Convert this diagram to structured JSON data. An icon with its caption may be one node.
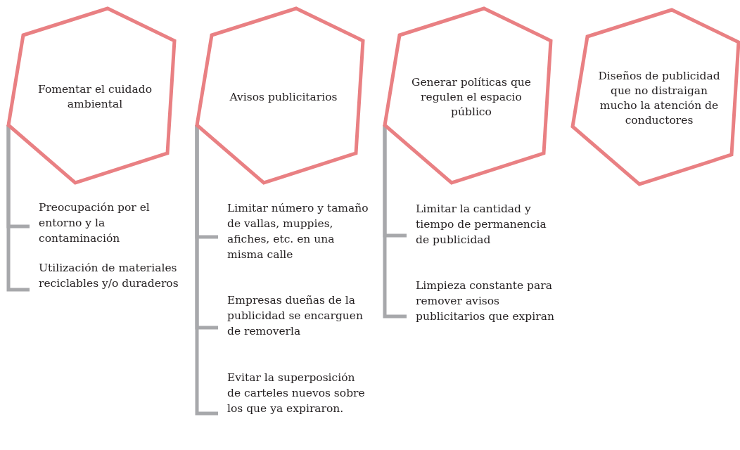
{
  "diagram": {
    "nodes": [
      {
        "text": [
          "Fomentar el cuidado ambiental"
        ]
      },
      {
        "text": [
          "Preocupación por el entorno y la contaminación"
        ]
      },
      {
        "text": [
          "Utilización de materiales reciclables y/o duraderos"
        ]
      },
      {
        "text": [
          "Avisos publicitarios"
        ]
      },
      {
        "text": [
          "Limitar número y tamaño de vallas, muppies, afiches, etc. en una misma calle"
        ]
      },
      {
        "text": [
          "Empresas dueñas de la publicidad se encarguen de removerla"
        ]
      },
      {
        "text": [
          "Evitar la superposición de carteles nuevos sobre los que ya expiraron."
        ]
      },
      {
        "text": [
          "Generar políticas que regulen el espacio público"
        ]
      },
      {
        "text": [
          "Limitar la cantidad y tiempo de permanencia de publicidad"
        ]
      },
      {
        "text": [
          "Limpieza constante para remover avisos publicitarios que expiran"
        ]
      },
      {
        "text": [
          "Diseños de publicidad que no distraigan mucho la atención de conductores"
        ]
      }
    ],
    "edges": [
      {
        "from": 0,
        "to": 1,
        "arrow": "none"
      },
      {
        "from": 0,
        "to": 2,
        "arrow": "none"
      },
      {
        "from": 3,
        "to": 4,
        "arrow": "none"
      },
      {
        "from": 3,
        "to": 5,
        "arrow": "none"
      },
      {
        "from": 3,
        "to": 6,
        "arrow": "none"
      },
      {
        "from": 7,
        "to": 8,
        "arrow": "none"
      },
      {
        "from": 7,
        "to": 9,
        "arrow": "none"
      }
    ]
  }
}
